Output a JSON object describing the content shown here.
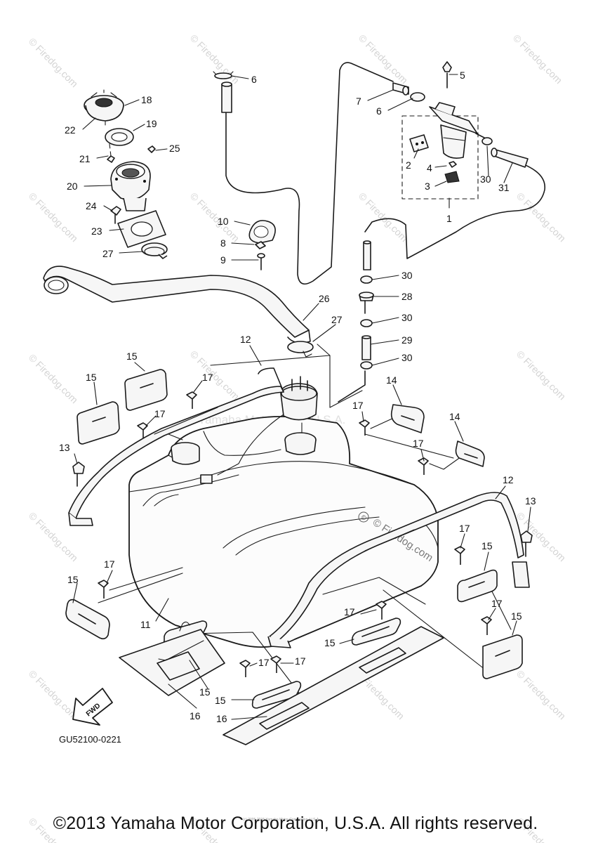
{
  "diagram": {
    "code": "GU52100-0221",
    "copyright": "©2013 Yamaha Motor Corporation, U.S.A. All rights reserved.",
    "watermark_small": "© Firedog.com",
    "watermark_center": "Yamaha Motor Corp. U.S.A.",
    "watermark_tank": "© Firedog.com",
    "fine_print": "(c) 2005-2015 Yamaha Motor Corporation, U.S.A.",
    "fwd_label": "FWD",
    "callouts": {
      "n1": "1",
      "n2": "2",
      "n3": "3",
      "n4": "4",
      "n5": "5",
      "n6": "6",
      "n7": "7",
      "n8": "8",
      "n9": "9",
      "n10": "10",
      "n11": "11",
      "n12": "12",
      "n13": "13",
      "n14": "14",
      "n15": "15",
      "n16": "16",
      "n17": "17",
      "n18": "18",
      "n19": "19",
      "n20": "20",
      "n21": "21",
      "n22": "22",
      "n23": "23",
      "n24": "24",
      "n25": "25",
      "n26": "26",
      "n27": "27",
      "n28": "28",
      "n29": "29",
      "n30": "30",
      "n31": "31"
    }
  }
}
